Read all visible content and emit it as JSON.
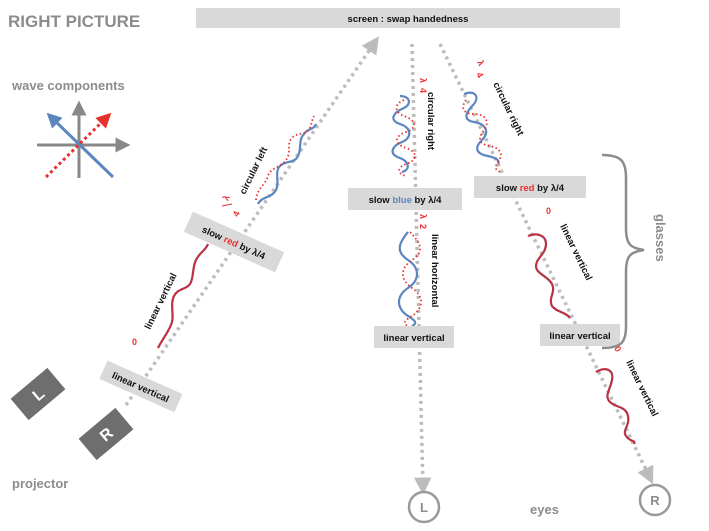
{
  "title": "RIGHT PICTURE",
  "screen_label": "screen : swap handedness",
  "wave_components_label": "wave components",
  "projector_label": "projector",
  "glasses_label": "glasses",
  "eyes_label": "eyes",
  "projector_L": "L",
  "projector_R": "R",
  "eye_L": "L",
  "eye_R": "R",
  "incoming": {
    "linear_vertical_bar": "linear vertical",
    "phase_zero": "0",
    "wave_label": "linear vertical",
    "slow_bar_pre": "slow ",
    "slow_bar_color": "red",
    "slow_bar_post": " by λ/4",
    "phase_lambda": "λ",
    "phase_four": "4",
    "wave2_label": "circular left"
  },
  "left_eye_path": {
    "phase_lambda": "λ",
    "phase_four": "4",
    "circ_label": "circular right",
    "slow_bar_pre": "slow ",
    "slow_bar_color": "blue",
    "slow_bar_post": " by λ/4",
    "phase2_lambda": "λ",
    "phase2_two": "2",
    "lin_h_label": "linear horizontal",
    "linear_vertical_bar": "linear vertical"
  },
  "right_eye_path": {
    "phase_lambda": "λ",
    "phase_four": "4",
    "circ_label": "circular right",
    "slow_bar_pre": "slow ",
    "slow_bar_color": "red",
    "slow_bar_post": " by λ/4",
    "phase_zero": "0",
    "lin_v_label": "linear vertical",
    "linear_vertical_bar": "linear vertical",
    "phase2_zero": "0",
    "lin_v2_label": "linear vertical"
  },
  "colors": {
    "blue": "#5b86c0",
    "red": "#e8312f",
    "dark_red": "#a9344a",
    "gray": "#b4b4b4",
    "bar_gray": "#d9d9d9",
    "dark_box": "#6e6e6e"
  }
}
